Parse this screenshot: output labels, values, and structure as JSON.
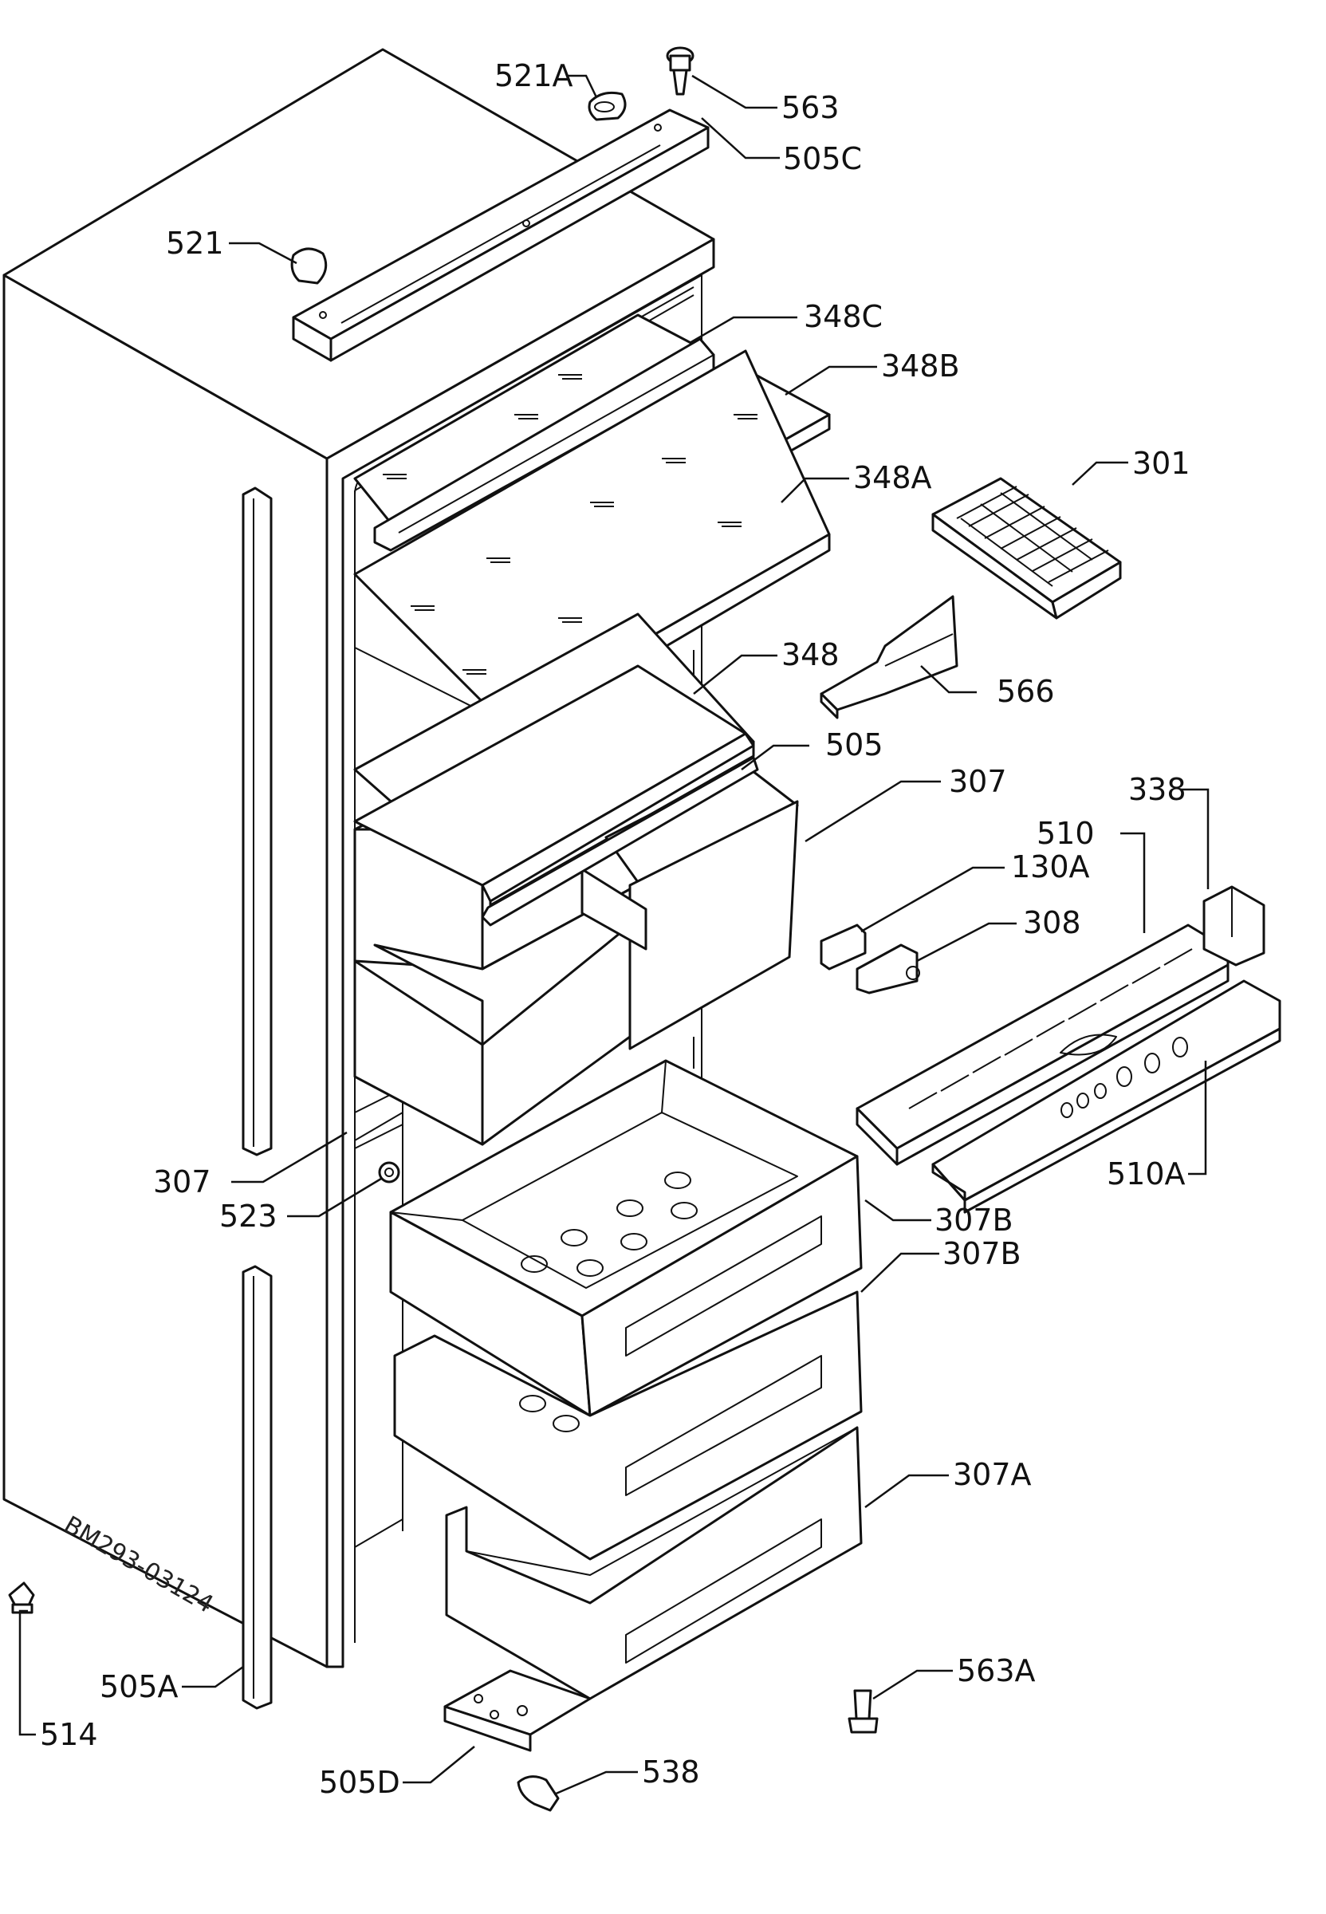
{
  "drawing_code": "BM293-03124",
  "labels": {
    "p521A": "521A",
    "p563": "563",
    "p505C": "505C",
    "p521": "521",
    "p348C": "348C",
    "p348B": "348B",
    "p348A": "348A",
    "p301": "301",
    "p348": "348",
    "p566": "566",
    "p505": "505",
    "p307_top": "307",
    "p338": "338",
    "p510": "510",
    "p130A": "130A",
    "p308": "308",
    "p307_left": "307",
    "p523": "523",
    "p307b_lower": "307B",
    "p307B": "307B",
    "p510A": "510A",
    "p307A": "307A",
    "p563A": "563A",
    "p505A": "505A",
    "p514": "514",
    "p505D": "505D",
    "p538": "538"
  }
}
